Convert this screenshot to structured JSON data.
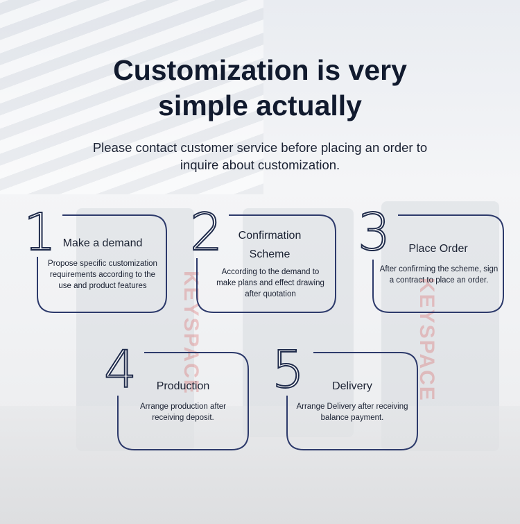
{
  "heading": {
    "line1": "Customization is very",
    "line2": "simple actually"
  },
  "intro": {
    "line1": "Please contact customer service before placing an order to",
    "line2": "inquire about customization."
  },
  "steps": [
    {
      "number": "1",
      "title": "Make a demand",
      "description": "Propose specific customization requirements according to the use and product features"
    },
    {
      "number": "2",
      "title": "Confirmation Scheme",
      "description": "According to the demand to make plans and effect drawing after quotation"
    },
    {
      "number": "3",
      "title": "Place Order",
      "description": "After confirming the scheme, sign a contract to place an order."
    },
    {
      "number": "4",
      "title": "Production",
      "description": "Arrange production after receiving deposit."
    },
    {
      "number": "5",
      "title": "Delivery",
      "description": "Arrange Delivery after receiving balance payment."
    }
  ],
  "background_brand": "KEYSPACE",
  "colors": {
    "frame": "#2d3a6b",
    "text": "#1b2233",
    "title": "#111a2e"
  }
}
